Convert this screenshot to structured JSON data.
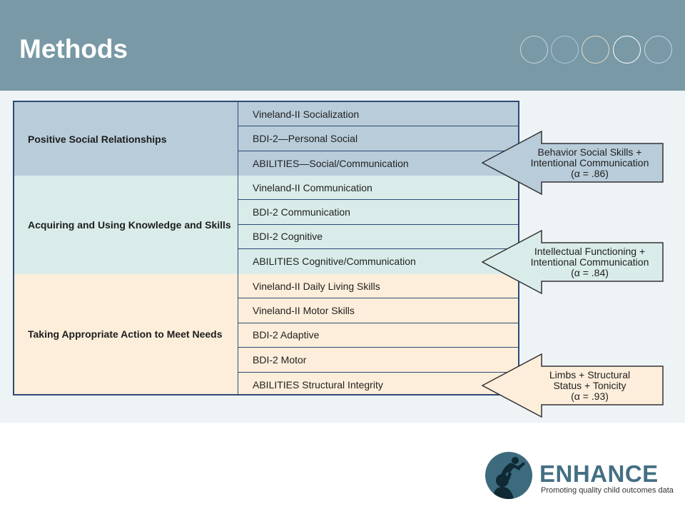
{
  "header": {
    "title": "Methods",
    "background": "#7899a5",
    "circles": [
      "#c9d6dc",
      "#a8c6e8",
      "#e7dcc8",
      "#ffffff",
      "#c4d8ea"
    ]
  },
  "groups": [
    {
      "label": "Positive Social Relationships",
      "color": "#b8ccda",
      "items": [
        "Vineland-II Socialization",
        "BDI-2—Personal Social",
        "ABILITIES—Social/Communication"
      ]
    },
    {
      "label": "Acquiring and Using Knowledge and Skills",
      "color": "#d9ecea",
      "items": [
        "Vineland-II Communication",
        "BDI-2 Communication",
        "BDI-2 Cognitive",
        "ABILITIES Cognitive/Communication"
      ]
    },
    {
      "label": "Taking Appropriate Action to Meet Needs",
      "color": "#fdeedb",
      "items": [
        "Vineland-II Daily Living Skills",
        "Vineland-II Motor Skills",
        "BDI-2 Adaptive",
        "BDI-2 Motor",
        "ABILITIES Structural Integrity"
      ]
    }
  ],
  "arrows": [
    {
      "lines": "Behavior Social Skills +\nIntentional Communication\n(α = .86)",
      "fill": "#b8ccda"
    },
    {
      "lines": "Intellectual Functioning +\nIntentional Communication\n(α = .84)",
      "fill": "#d9ecea"
    },
    {
      "lines": "Limbs + Structural\nStatus + Tonicity\n(α = .93)",
      "fill": "#fdeedb"
    }
  ],
  "logo": {
    "name": "ENHANCE",
    "tagline": "Promoting quality child outcomes data",
    "icon": "mother-child-silhouette-icon"
  }
}
